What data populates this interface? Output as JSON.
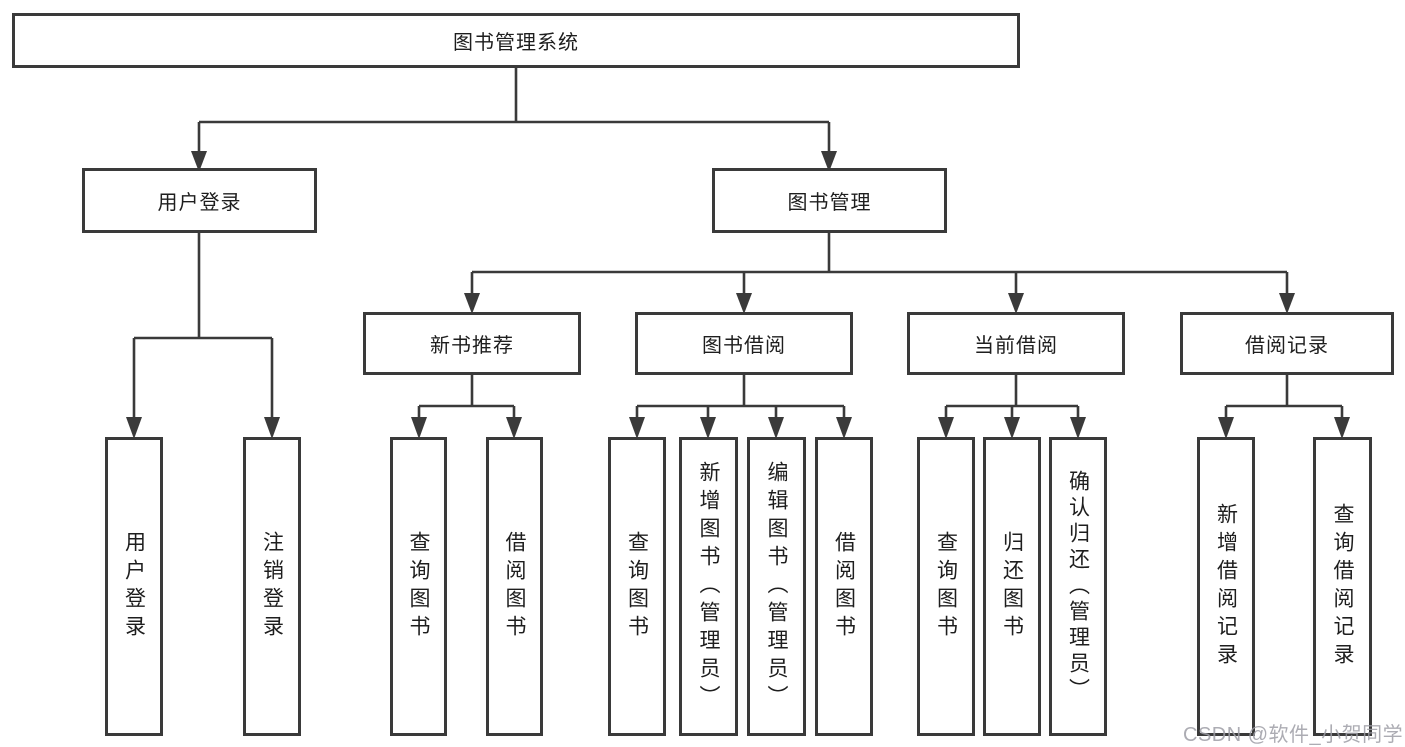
{
  "diagram": {
    "type": "tree",
    "watermark": "CSDN @软件_小贺同学",
    "colors": {
      "line": "#3a3a3a",
      "box_border": "#3a3a3a",
      "text": "#1e1e1e",
      "background": "#ffffff",
      "watermark": "#9e9ea6"
    },
    "root": {
      "label": "图书管理系统"
    },
    "branches": [
      {
        "label": "用户登录",
        "children": [
          {
            "label": "用户登录"
          },
          {
            "label": "注销登录"
          }
        ]
      },
      {
        "label": "图书管理",
        "children": [
          {
            "label": "新书推荐",
            "children": [
              {
                "label": "查询图书"
              },
              {
                "label": "借阅图书"
              }
            ]
          },
          {
            "label": "图书借阅",
            "children": [
              {
                "label": "查询图书"
              },
              {
                "label": "新增图书（管理员）"
              },
              {
                "label": "编辑图书（管理员）"
              },
              {
                "label": "借阅图书"
              }
            ]
          },
          {
            "label": "当前借阅",
            "children": [
              {
                "label": "查询图书"
              },
              {
                "label": "归还图书"
              },
              {
                "label": "确认归还（管理员）"
              }
            ]
          },
          {
            "label": "借阅记录",
            "children": [
              {
                "label": "新增借阅记录"
              },
              {
                "label": "查询借阅记录"
              }
            ]
          }
        ]
      }
    ]
  }
}
